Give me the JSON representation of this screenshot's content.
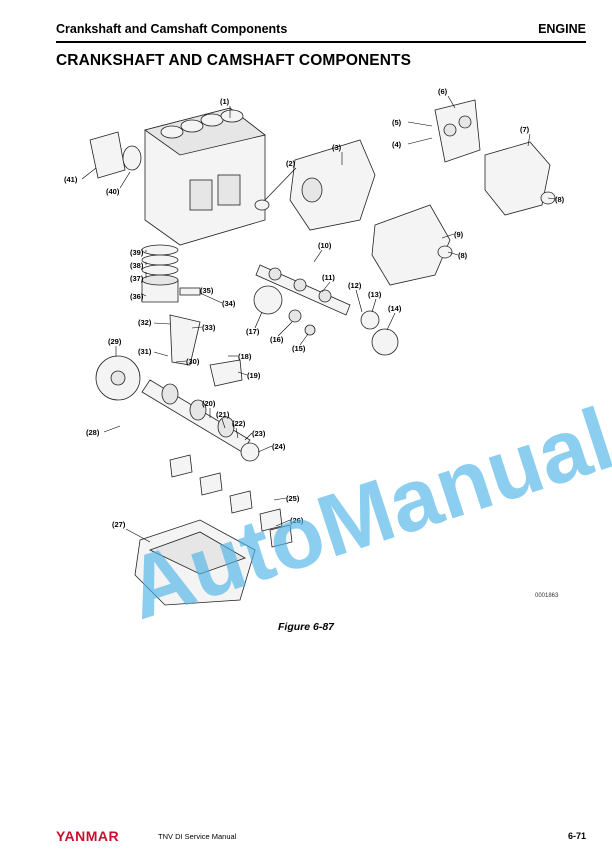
{
  "header": {
    "section": "Crankshaft and Camshaft Components",
    "chapter": "ENGINE"
  },
  "title": "CRANKSHAFT AND CAMSHAFT COMPONENTS",
  "figure": {
    "code": "0001863",
    "caption": "Figure 6-87",
    "callouts": [
      "(1)",
      "(2)",
      "(3)",
      "(4)",
      "(5)",
      "(6)",
      "(7)",
      "(8)",
      "(9)",
      "(8)",
      "(10)",
      "(11)",
      "(12)",
      "(13)",
      "(14)",
      "(15)",
      "(16)",
      "(17)",
      "(18)",
      "(19)",
      "(20)",
      "(21)",
      "(22)",
      "(23)",
      "(24)",
      "(25)",
      "(26)",
      "(27)",
      "(28)",
      "(29)",
      "(30)",
      "(31)",
      "(32)",
      "(33)",
      "(34)",
      "(35)",
      "(36)",
      "(37)",
      "(38)",
      "(39)",
      "(40)",
      "(41)"
    ]
  },
  "watermark": "AutoManual",
  "footer": {
    "brand": "YANMAR",
    "manual": "TNV DI Service Manual",
    "page": "6-71"
  },
  "colors": {
    "brand": "#c8102e",
    "watermark": "#4fb3e6"
  }
}
